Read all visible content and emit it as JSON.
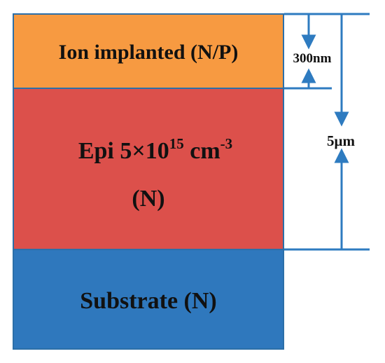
{
  "layers": [
    {
      "label": "Ion implanted (N/P)",
      "color": "#f79a41"
    },
    {
      "label_prefix": "Epi 5×10",
      "label_exp": "15",
      "label_unit": " cm",
      "label_unit_exp": "-3",
      "label_line2": "(N)",
      "color": "#dc504b"
    },
    {
      "label": "Substrate (N)",
      "color": "#2f78bd"
    }
  ],
  "dimensions": {
    "implant_depth": "300nm",
    "epi_thickness": "5μm"
  },
  "colors": {
    "border": "#2c6fa8",
    "arrow": "#2e7bc0"
  }
}
